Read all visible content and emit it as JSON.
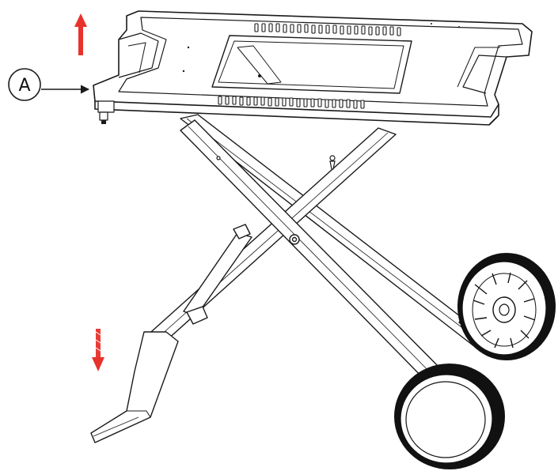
{
  "diagram": {
    "callout_label": "A",
    "arrows": {
      "up_arrow": {
        "direction": "up",
        "color": "#e8322b"
      },
      "down_arrow": {
        "direction": "down",
        "color": "#e8322b"
      }
    },
    "line_color": "#1a1a1a",
    "wheel_color": "#111111"
  }
}
